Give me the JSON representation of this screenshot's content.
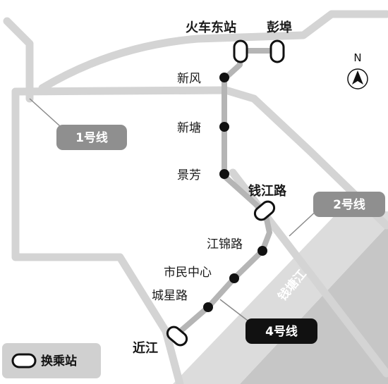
{
  "stations": {
    "huoche_dong": "火车东站",
    "pengbu": "彭埠",
    "xinfeng": "新风",
    "xintang": "新塘",
    "jingfang": "景芳",
    "qianjiang_lu": "钱江路",
    "jiangjin_lu": "江锦路",
    "shimin_zhongxin": "市民中心",
    "chengxing_lu": "城星路",
    "jinjiang": "近江"
  },
  "lines": {
    "line1": "1号线",
    "line2": "2号线",
    "line4": "4号线"
  },
  "river": "钱塘江",
  "compass": "N",
  "legend": {
    "transfer": "换乘站"
  },
  "colors": {
    "background": "#ffffff",
    "road": "#d4d4d4",
    "river": "#c8c8c8",
    "route": "#b4b4b4",
    "station": "#111111",
    "label_box": "#8e8e8e",
    "line4_box": "#111111"
  }
}
